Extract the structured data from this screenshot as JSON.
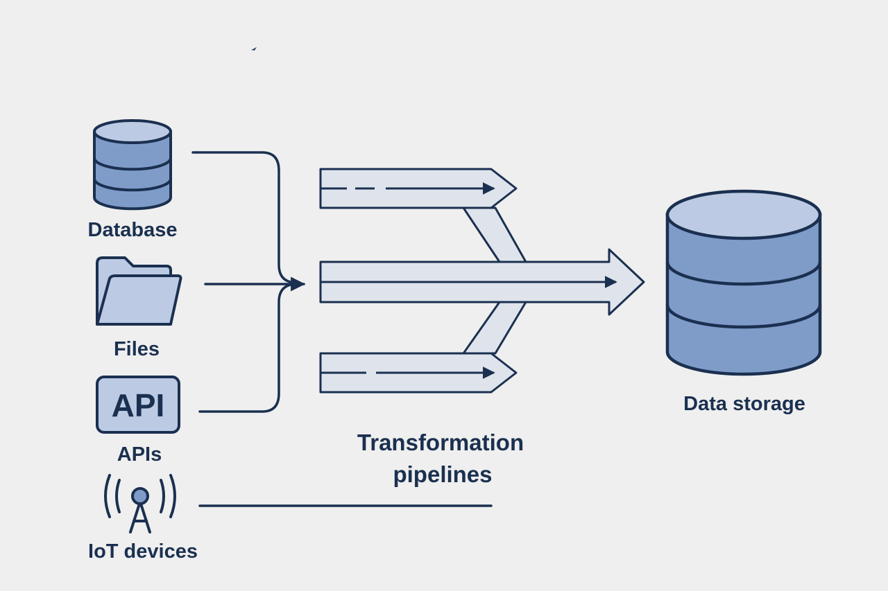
{
  "sources": [
    {
      "id": "database",
      "label": "Database",
      "icon": "database-icon"
    },
    {
      "id": "files",
      "label": "Files",
      "icon": "folder-icon"
    },
    {
      "id": "apis",
      "label": "APIs",
      "icon": "api-icon",
      "icon_text": "API"
    },
    {
      "id": "iot",
      "label": "IoT devices",
      "icon": "antenna-icon"
    }
  ],
  "pipeline": {
    "label_line1": "Transformation",
    "label_line2": "pipelines"
  },
  "storage": {
    "label": "Data storage",
    "icon": "database-icon"
  },
  "colors": {
    "background": "#efefef",
    "stroke": "#1b3050",
    "fill_dark": "#7f9cc9",
    "fill_light": "#bccbe3",
    "arrow_fill": "#dfe4ec"
  }
}
